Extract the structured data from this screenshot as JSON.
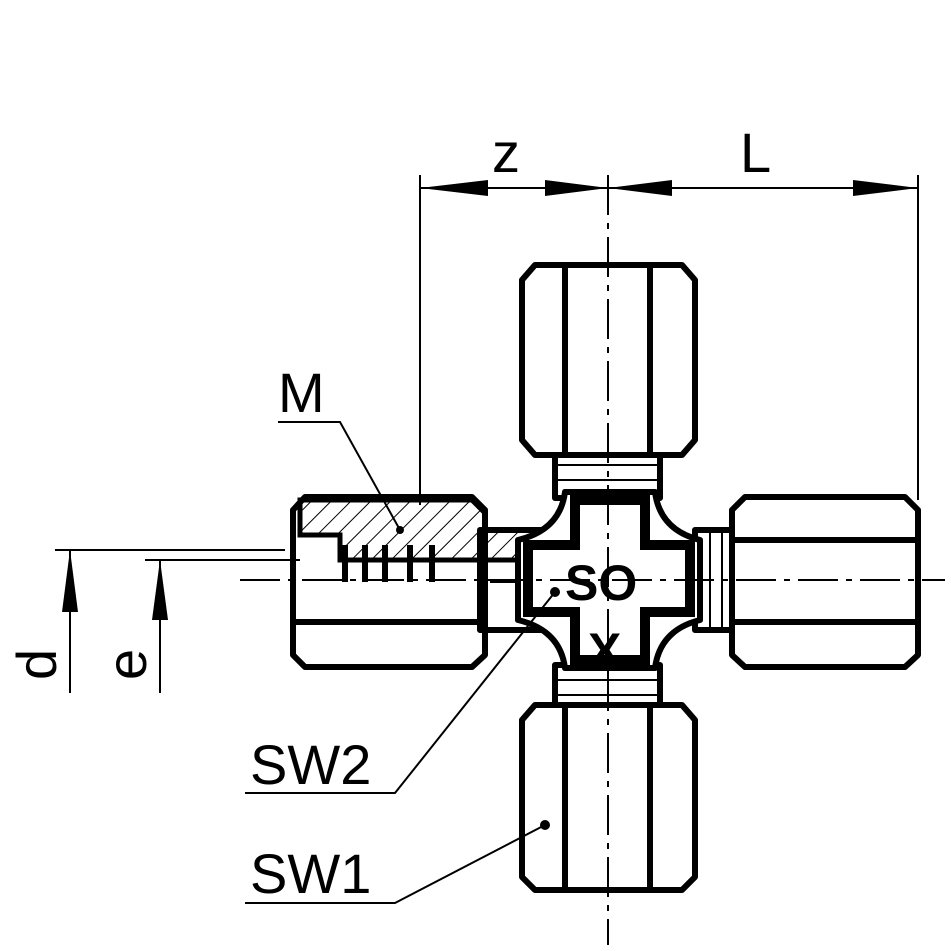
{
  "drawing": {
    "title": "Cross fitting technical drawing",
    "dimensions": {
      "z": "z",
      "L": "L",
      "d": "d",
      "e": "e"
    },
    "callouts": {
      "M": "M",
      "SW2": "SW2",
      "SW1": "SW1"
    },
    "body_marking": {
      "top": "SO",
      "bottom": "X"
    }
  }
}
